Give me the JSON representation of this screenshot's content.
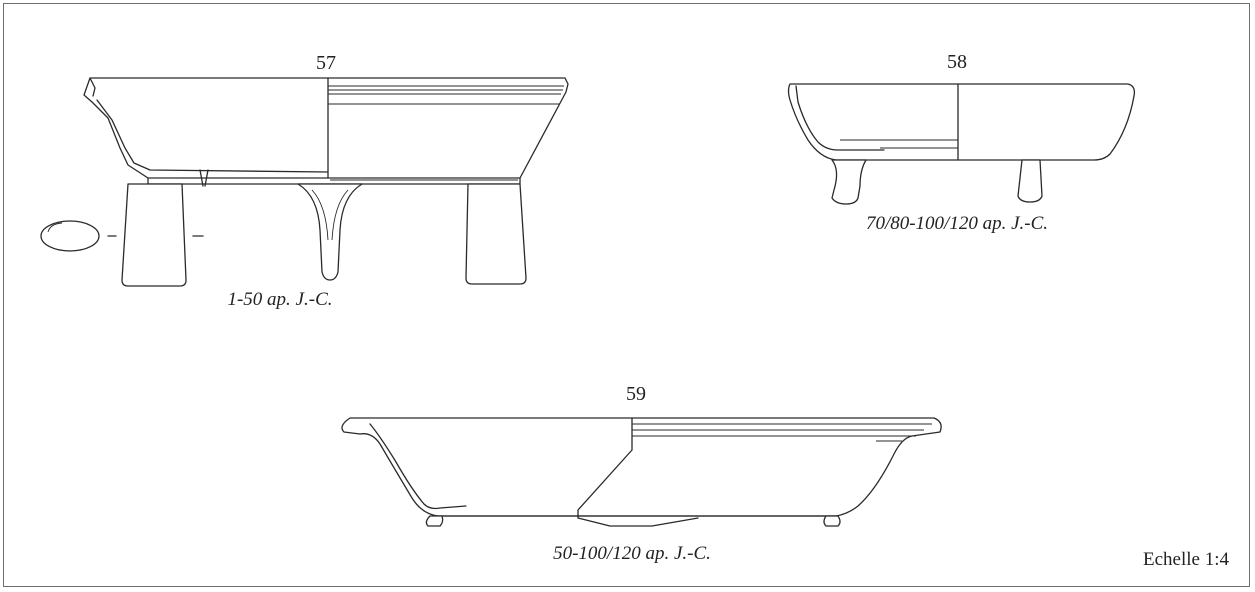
{
  "figure": {
    "vessels": [
      {
        "number": "57",
        "date": "1-50 ap. J.-C."
      },
      {
        "number": "58",
        "date": "70/80-100/120 ap. J.-C."
      },
      {
        "number": "59",
        "date": "50-100/120 ap. J.-C."
      }
    ],
    "scale_label": "Echelle 1:4"
  }
}
